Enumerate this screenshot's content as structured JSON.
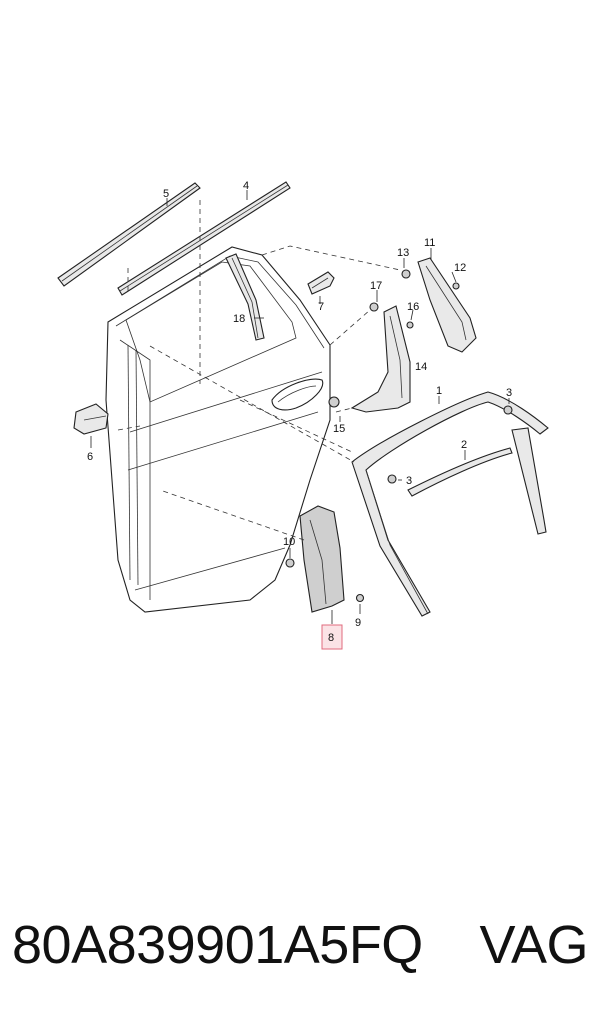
{
  "callouts": {
    "c1": "1",
    "c2": "2",
    "c3a": "3",
    "c3b": "3",
    "c4": "4",
    "c5": "5",
    "c6": "6",
    "c7": "7",
    "c8": "8",
    "c9": "9",
    "c10": "10",
    "c11": "11",
    "c12": "12",
    "c13": "13",
    "c14": "14",
    "c15": "15",
    "c16": "16",
    "c17": "17",
    "c18": "18"
  },
  "highlight_color": "#e06b7d",
  "footer": {
    "part_number": "80A839901A5FQ",
    "brand": "VAG"
  }
}
